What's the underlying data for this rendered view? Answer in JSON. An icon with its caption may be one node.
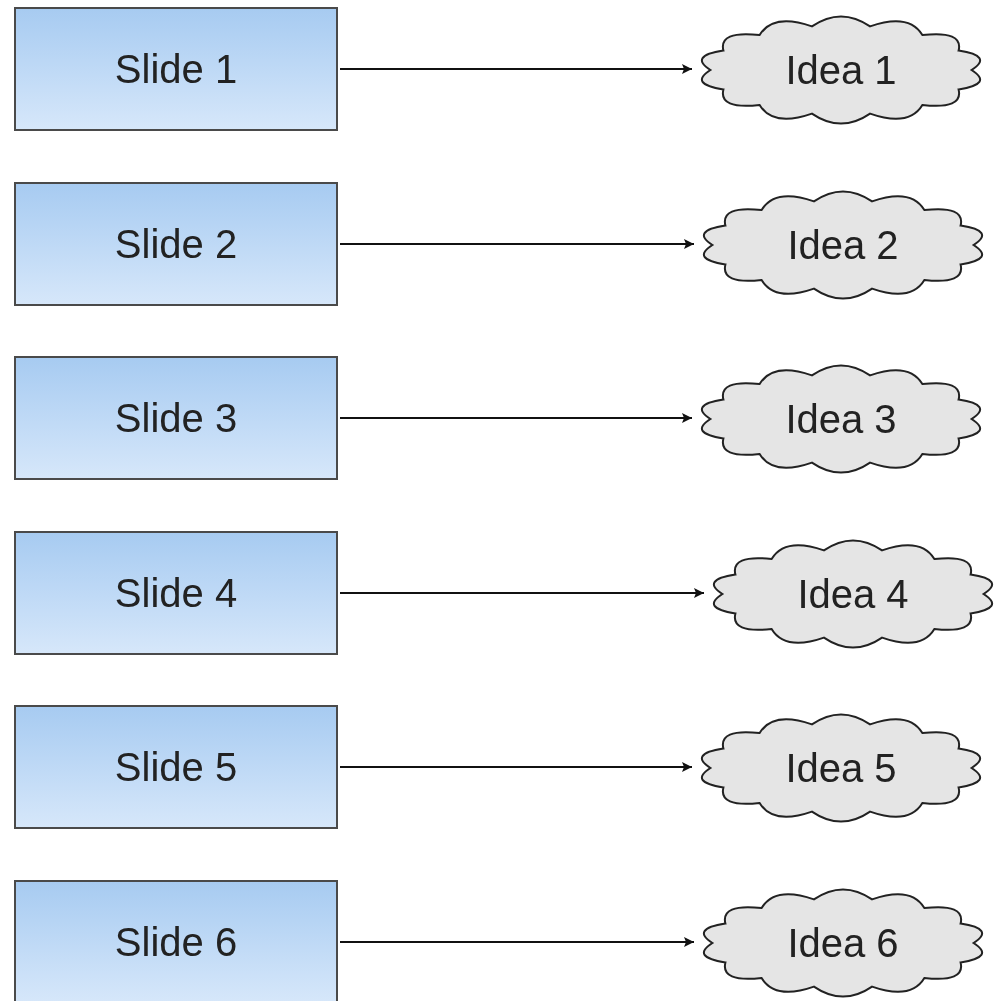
{
  "diagram": {
    "nodes": [
      {
        "text": [
          "Slide 1"
        ]
      },
      {
        "text": [
          "Idea 1"
        ]
      },
      {
        "text": [
          "Slide 2"
        ]
      },
      {
        "text": [
          "Idea 2"
        ]
      },
      {
        "text": [
          "Slide 3"
        ]
      },
      {
        "text": [
          "Idea 3"
        ]
      },
      {
        "text": [
          "Slide 4"
        ]
      },
      {
        "text": [
          "Idea 4"
        ]
      },
      {
        "text": [
          "Slide 5"
        ]
      },
      {
        "text": [
          "Idea 5"
        ]
      },
      {
        "text": [
          "Slide 6"
        ]
      },
      {
        "text": [
          "Idea 6"
        ]
      }
    ],
    "edges": [
      {
        "from": 0,
        "to": 1,
        "arrow": "to"
      },
      {
        "from": 2,
        "to": 3,
        "arrow": "to"
      },
      {
        "from": 4,
        "to": 5,
        "arrow": "to"
      },
      {
        "from": 6,
        "to": 7,
        "arrow": "to"
      },
      {
        "from": 8,
        "to": 9,
        "arrow": "to"
      },
      {
        "from": 10,
        "to": 11,
        "arrow": "to"
      }
    ]
  }
}
